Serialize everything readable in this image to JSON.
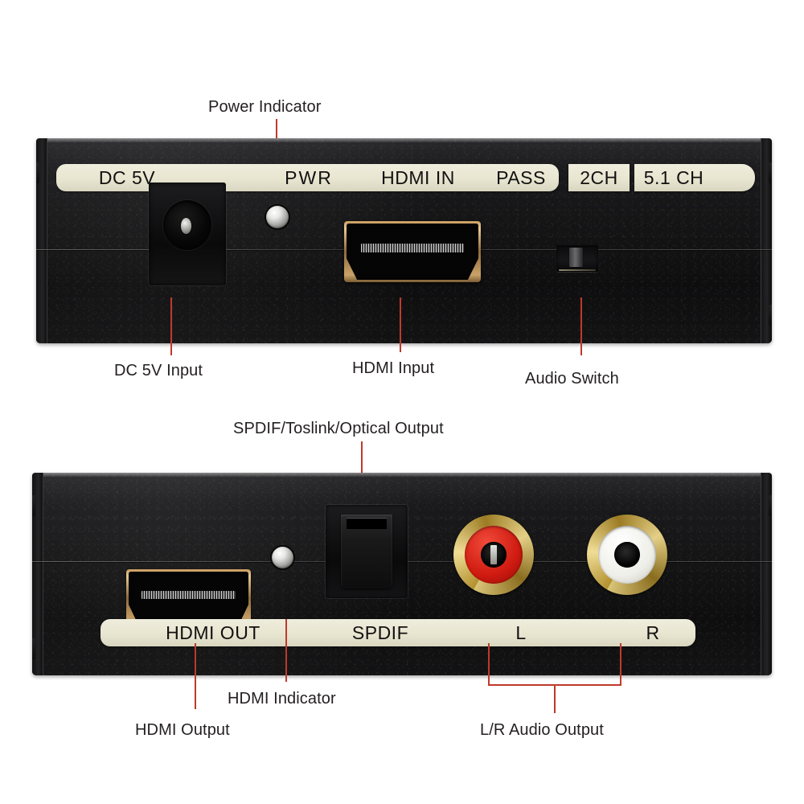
{
  "diagram": {
    "title": "HDMI Audio Extractor Port Diagram",
    "accent_color": "#c0392b",
    "label_strip_color": "#e8e5d0",
    "chassis_color": "#141415"
  },
  "front_panel": {
    "name": "front-panel",
    "printed_labels": [
      {
        "text": "DC 5V",
        "name": "panel-label-dc5v"
      },
      {
        "text": "PWR",
        "name": "panel-label-pwr"
      },
      {
        "text": "HDMI IN",
        "name": "panel-label-hdmi-in"
      },
      {
        "text": "PASS",
        "name": "panel-label-pass"
      },
      {
        "text": "2CH",
        "name": "panel-label-2ch"
      },
      {
        "text": "5.1 CH",
        "name": "panel-label-51ch"
      }
    ],
    "callouts": [
      {
        "text": "Power Indicator",
        "name": "callout-power-indicator"
      },
      {
        "text": "DC 5V Input",
        "name": "callout-dc-5v-input"
      },
      {
        "text": "HDMI Input",
        "name": "callout-hdmi-input"
      },
      {
        "text": "Audio Switch",
        "name": "callout-audio-switch"
      }
    ]
  },
  "rear_panel": {
    "name": "rear-panel",
    "printed_labels": [
      {
        "text": "HDMI OUT",
        "name": "panel-label-hdmi-out"
      },
      {
        "text": "SPDIF",
        "name": "panel-label-spdif"
      },
      {
        "text": "L",
        "name": "panel-label-l"
      },
      {
        "text": "R",
        "name": "panel-label-r"
      }
    ],
    "callouts": [
      {
        "text": "SPDIF/Toslink/Optical Output",
        "name": "callout-spdif-output"
      },
      {
        "text": "HDMI Indicator",
        "name": "callout-hdmi-indicator"
      },
      {
        "text": "HDMI Output",
        "name": "callout-hdmi-output"
      },
      {
        "text": "L/R Audio Output",
        "name": "callout-lr-audio-output"
      }
    ]
  },
  "connectors": {
    "dc_jack": "dc-barrel-jack",
    "power_led": "power-led-indicator",
    "hdmi_in": "hdmi-input-port",
    "audio_switch": "audio-mode-slide-switch",
    "hdmi_out": "hdmi-output-port",
    "hdmi_led": "hdmi-led-indicator",
    "toslink": "toslink-optical-port",
    "rca_left": "rca-jack-left-red",
    "rca_right": "rca-jack-right-white"
  }
}
